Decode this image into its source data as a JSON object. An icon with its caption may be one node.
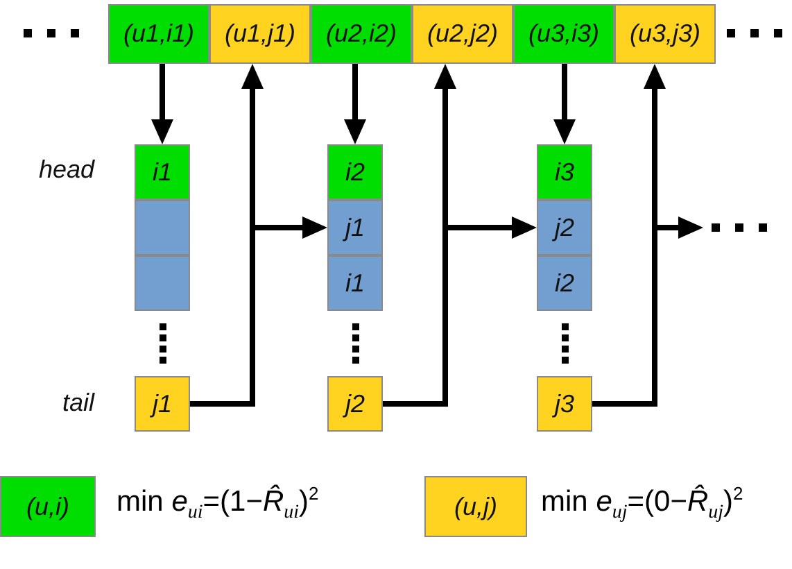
{
  "diagram": {
    "nodes": [
      {
        "text": [
          "(u1,i1)"
        ]
      },
      {
        "text": [
          "(u1,j1)"
        ]
      },
      {
        "text": [
          "(u2,i2)"
        ]
      },
      {
        "text": [
          "(u2,j2)"
        ]
      },
      {
        "text": [
          "(u3,i3)"
        ]
      },
      {
        "text": [
          "(u3,j3)"
        ]
      },
      {
        "text": [
          "i1"
        ]
      },
      {
        "text": [],
        "shape": "box"
      },
      {
        "text": [],
        "shape": "box"
      },
      {
        "text": [
          "j1"
        ]
      },
      {
        "text": [
          "i2"
        ]
      },
      {
        "text": [
          "j1"
        ]
      },
      {
        "text": [
          "i1"
        ]
      },
      {
        "text": [
          "j2"
        ]
      },
      {
        "text": [
          "i3"
        ]
      },
      {
        "text": [
          "j2"
        ]
      },
      {
        "text": [
          "i2"
        ]
      },
      {
        "text": [
          "j3"
        ]
      }
    ],
    "edges": [
      {
        "from": 0,
        "to": 6,
        "arrow": "to"
      },
      {
        "from": 9,
        "to": 1,
        "arrow": "to"
      },
      {
        "from": 9,
        "to": 11,
        "arrow": "to"
      },
      {
        "from": 2,
        "to": 10,
        "arrow": "to"
      },
      {
        "from": 13,
        "to": 3,
        "arrow": "to"
      },
      {
        "from": 13,
        "to": 15,
        "arrow": "to"
      },
      {
        "from": 4,
        "to": 14,
        "arrow": "to"
      },
      {
        "from": 17,
        "to": 5,
        "arrow": "to"
      },
      {
        "from": 17,
        "to": null,
        "arrow": "to"
      }
    ],
    "labels": [
      "head",
      "tail",
      "min *e*$_{ui}$=(1−*R̂*$_{ui}$)$^{2}$",
      "min *e*$_{uj}$=(0−*R̂*$_{uj}$)$^{2}$"
    ],
    "legend": [
      {
        "text": "(u,i)",
        "color": "#00dd00"
      },
      {
        "text": "(u,j)",
        "color": "#ffd320"
      }
    ]
  }
}
